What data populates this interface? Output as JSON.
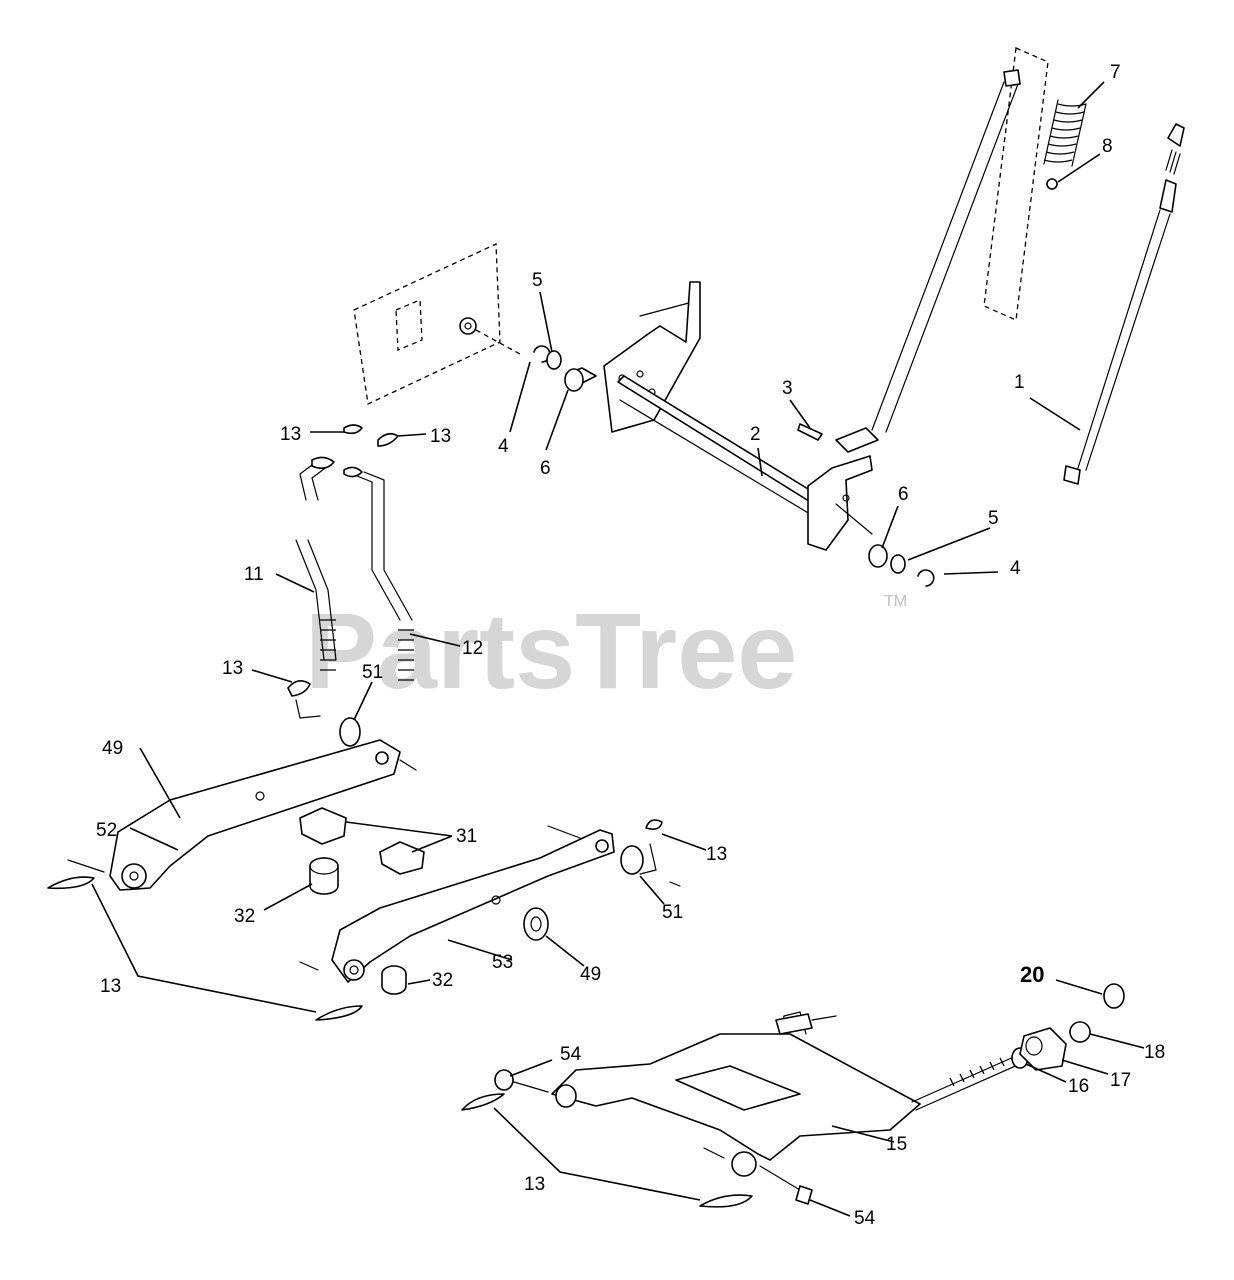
{
  "watermark": {
    "brand": "PartsTree",
    "trademark": "TM"
  },
  "callouts": [
    {
      "id": "c1",
      "label": "1"
    },
    {
      "id": "c2",
      "label": "2"
    },
    {
      "id": "c3",
      "label": "3"
    },
    {
      "id": "c4a",
      "label": "4"
    },
    {
      "id": "c4b",
      "label": "4"
    },
    {
      "id": "c5a",
      "label": "5"
    },
    {
      "id": "c5b",
      "label": "5"
    },
    {
      "id": "c6a",
      "label": "6"
    },
    {
      "id": "c6b",
      "label": "6"
    },
    {
      "id": "c7",
      "label": "7"
    },
    {
      "id": "c8",
      "label": "8"
    },
    {
      "id": "c11",
      "label": "11"
    },
    {
      "id": "c12",
      "label": "12"
    },
    {
      "id": "c13a",
      "label": "13"
    },
    {
      "id": "c13b",
      "label": "13"
    },
    {
      "id": "c13c",
      "label": "13"
    },
    {
      "id": "c13d",
      "label": "13"
    },
    {
      "id": "c13e",
      "label": "13"
    },
    {
      "id": "c13f",
      "label": "13"
    },
    {
      "id": "c15",
      "label": "15"
    },
    {
      "id": "c16",
      "label": "16"
    },
    {
      "id": "c17",
      "label": "17"
    },
    {
      "id": "c18",
      "label": "18"
    },
    {
      "id": "c20",
      "label": "20"
    },
    {
      "id": "c31",
      "label": "31"
    },
    {
      "id": "c32a",
      "label": "32"
    },
    {
      "id": "c32b",
      "label": "32"
    },
    {
      "id": "c49a",
      "label": "49"
    },
    {
      "id": "c49b",
      "label": "49"
    },
    {
      "id": "c51a",
      "label": "51"
    },
    {
      "id": "c51b",
      "label": "51"
    },
    {
      "id": "c52",
      "label": "52"
    },
    {
      "id": "c53",
      "label": "53"
    },
    {
      "id": "c54a",
      "label": "54"
    },
    {
      "id": "c54b",
      "label": "54"
    }
  ]
}
